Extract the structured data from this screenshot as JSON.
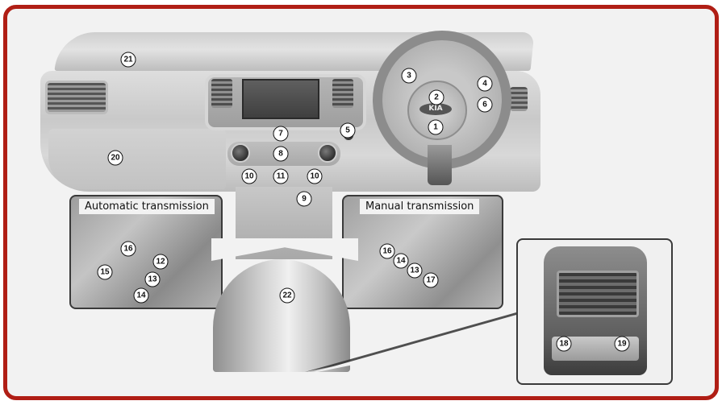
{
  "frame": {
    "border_color": "#b01e15",
    "background": "#f2f2f2"
  },
  "insets": {
    "automatic": {
      "label": "Automatic transmission",
      "callouts": [
        "16",
        "12",
        "15",
        "13",
        "14"
      ]
    },
    "manual": {
      "label": "Manual transmission",
      "callouts": [
        "16",
        "14",
        "13",
        "17"
      ]
    },
    "rear": {
      "callouts": [
        "18",
        "19"
      ]
    }
  },
  "main_callouts": {
    "c1": "1",
    "c2": "2",
    "c3": "3",
    "c4": "4",
    "c5": "5",
    "c6": "6",
    "c7": "7",
    "c8": "8",
    "c9": "9",
    "c10a": "10",
    "c10b": "10",
    "c11": "11",
    "c20": "20",
    "c21": "21",
    "c22": "22"
  },
  "logo_text": "KIA"
}
